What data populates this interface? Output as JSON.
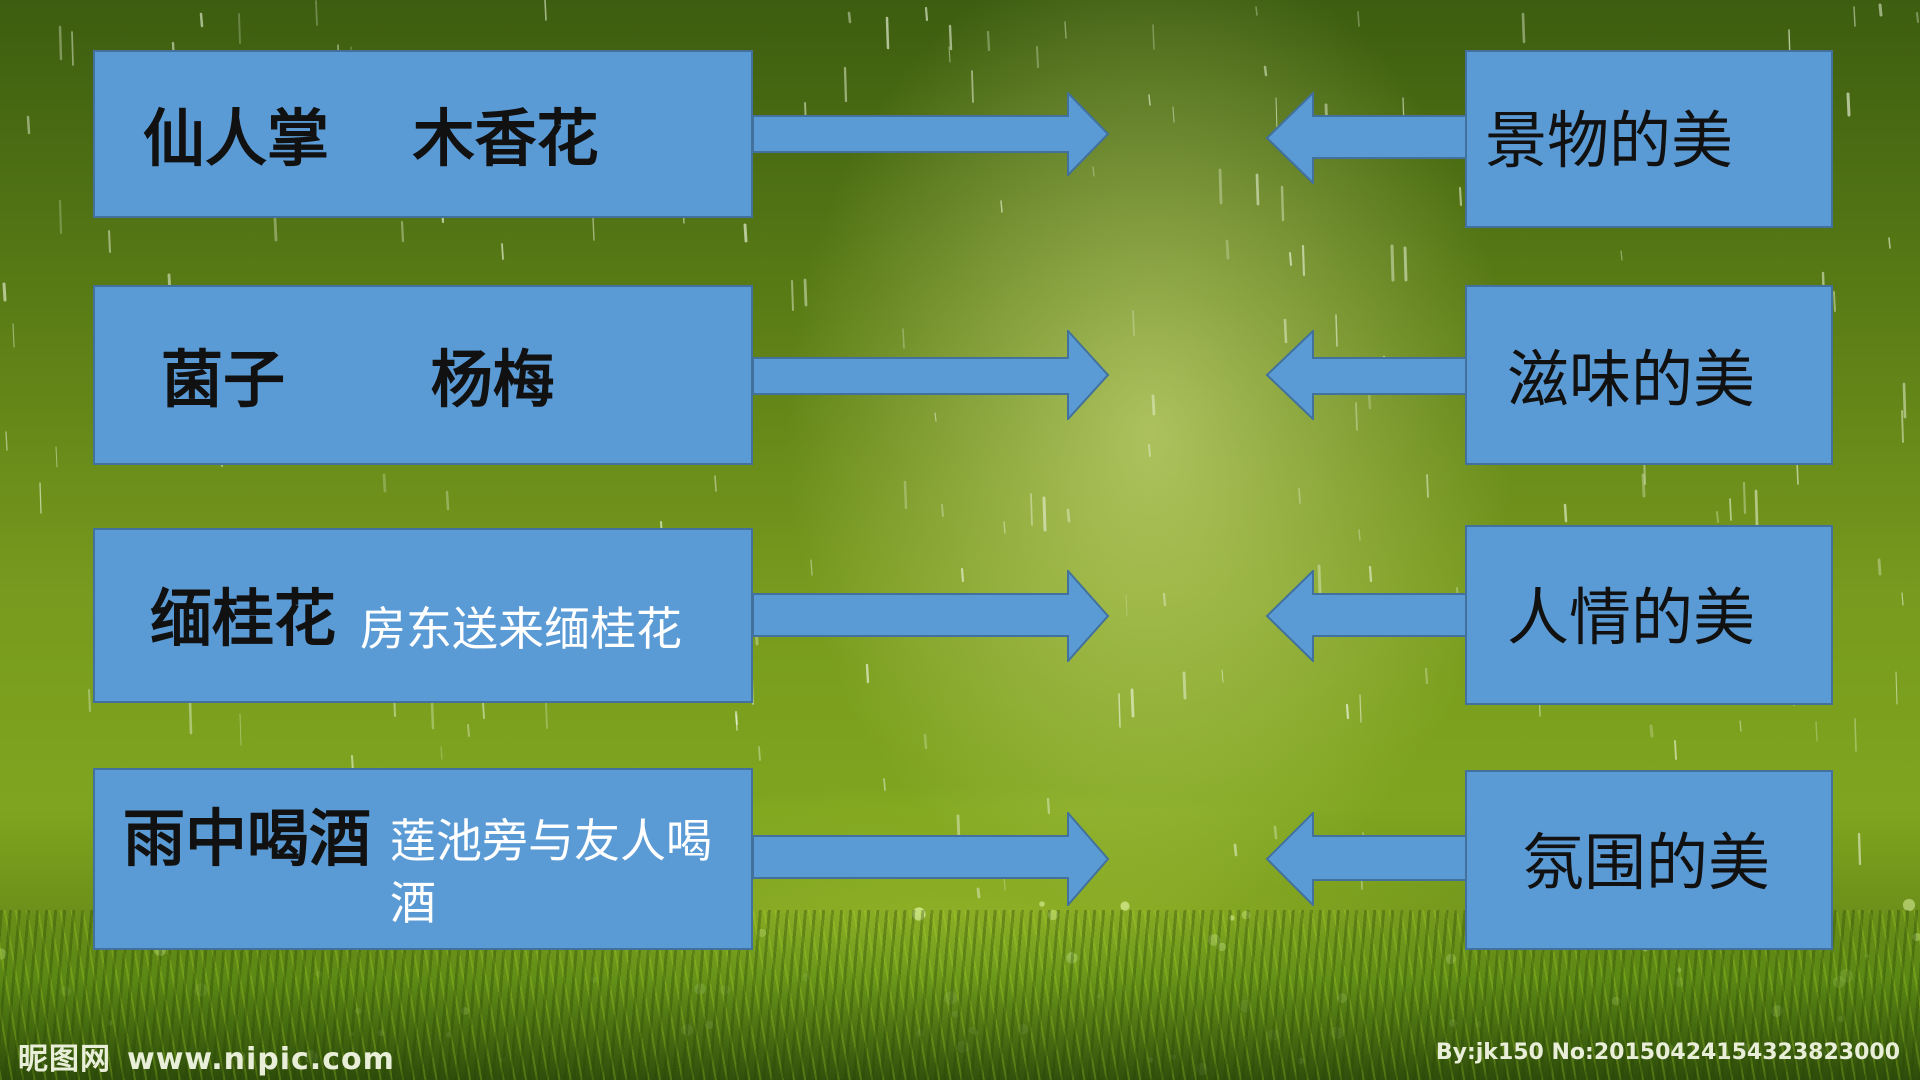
{
  "rows": [
    {
      "left_bold": "仙人掌　 木香花",
      "left_plain": "",
      "right": "景物的美"
    },
    {
      "left_bold": "菌子　　 杨梅",
      "left_plain": "",
      "right": "滋味的美"
    },
    {
      "left_bold": "缅桂花",
      "left_plain": "房东送来缅桂花",
      "right": "人情的美"
    },
    {
      "left_bold": "雨中喝酒",
      "left_plain": "莲池旁与友人喝酒",
      "right": "氛围的美"
    }
  ],
  "watermark": {
    "brand": "昵图网",
    "site": "www.nipic.com",
    "id": "By:jk150 No:20150424154323823000"
  },
  "colors": {
    "box_fill": "#5b9bd5",
    "box_border": "#41719c",
    "background": "#789a1e"
  },
  "icons": {
    "arrow_right": "arrow-right-icon",
    "arrow_left": "arrow-left-icon"
  }
}
